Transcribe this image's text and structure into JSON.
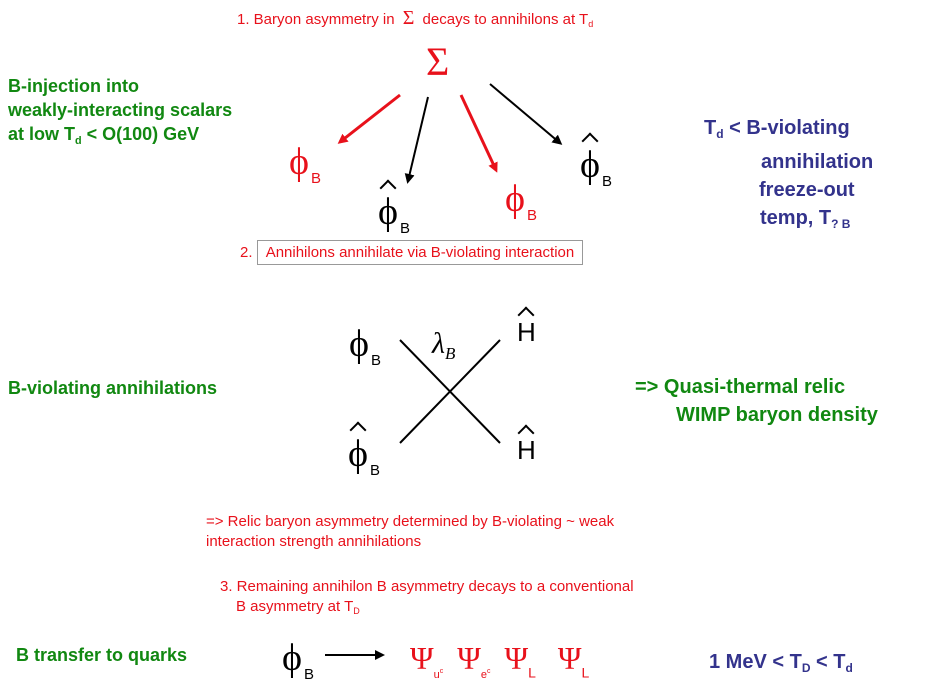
{
  "step1": {
    "prefix": "1. Baryon asymmetry in",
    "sigma": "Σ",
    "suffix": "decays to annihilons at T",
    "sub": "d"
  },
  "sigma_main": "Σ",
  "left_top": {
    "line1": "B-injection into",
    "line2": "weakly-interacting scalars",
    "line3_a": "at low T",
    "line3_sub": "d",
    "line3_b": " < O(100) GeV"
  },
  "right_top": {
    "line1_a": "T",
    "line1_sub": "d",
    "line1_b": "  < B-violating",
    "line2": "annihilation",
    "line3": "freeze-out",
    "line4_a": "temp, T",
    "line4_sub": "? B"
  },
  "phi": "ϕ",
  "sub_B": "B",
  "step2": {
    "num": "2.",
    "text": "Annihilons annihilate via B-violating interaction"
  },
  "H": "H",
  "lambda": {
    "main": "λ",
    "sub": "B"
  },
  "left_mid": "B-violating annihilations",
  "right_mid": {
    "line1": "=> Quasi-thermal relic",
    "line2": "WIMP baryon density"
  },
  "relic_note": {
    "line1": "=> Relic baryon asymmetry determined by B-violating ~ weak",
    "line2": "interaction strength annihilations"
  },
  "step3": {
    "line1": "3. Remaining annihilon B asymmetry decays to a conventional",
    "line2_a": "B asymmetry at T",
    "line2_sub": "D"
  },
  "left_bottom": "B transfer to quarks",
  "psi": "Ψ",
  "psi_subs": [
    "u",
    "e",
    "L",
    "L"
  ],
  "psi_sup": "c",
  "right_bottom": {
    "a": "1 MeV < T",
    "sub1": "D",
    "b": " < T",
    "sub2": "d"
  },
  "colors": {
    "red": "#e8111b",
    "green": "#118811",
    "blue": "#33338c"
  }
}
